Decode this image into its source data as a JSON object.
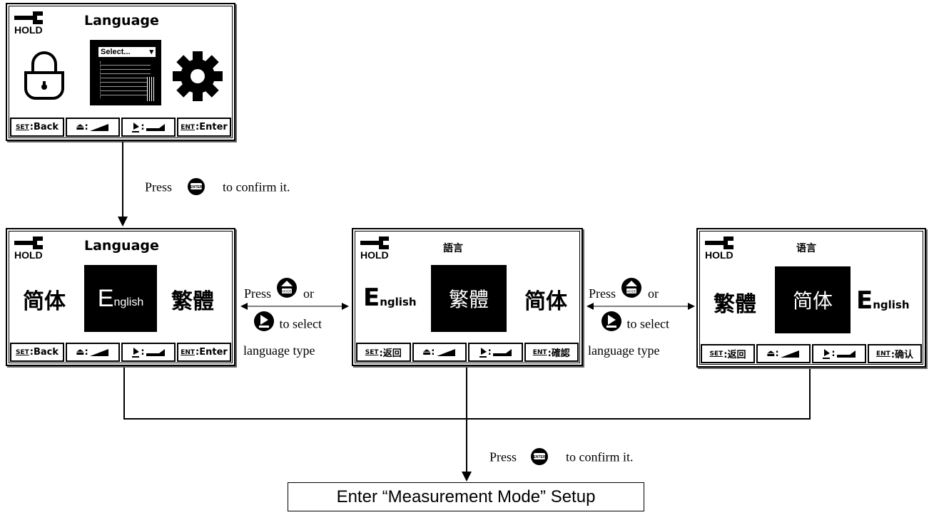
{
  "common": {
    "hold_label": "HOLD"
  },
  "screen1": {
    "title": "Language",
    "dropdown_text": "Select...",
    "footer": [
      {
        "key": "SET",
        "label": ":Back"
      },
      {
        "key": "",
        "label": ":"
      },
      {
        "key": "",
        "label": ":"
      },
      {
        "key": "ENT",
        "label": ":Enter"
      }
    ]
  },
  "screen2": {
    "title": "Language",
    "left_option": "简体",
    "selected_option_cap": "E",
    "selected_option_rest": "nglish",
    "right_option": "繁體",
    "footer": [
      {
        "key": "SET",
        "label": ":Back"
      },
      {
        "key": "",
        "label": ":"
      },
      {
        "key": "",
        "label": ":"
      },
      {
        "key": "ENT",
        "label": ":Enter"
      }
    ]
  },
  "screen3": {
    "title": "語言",
    "left_option_cap": "E",
    "left_option_rest": "nglish",
    "selected_option": "繁體",
    "right_option": "简体",
    "footer": [
      {
        "key": "SET",
        "label": ":返回"
      },
      {
        "key": "",
        "label": ":"
      },
      {
        "key": "",
        "label": ":"
      },
      {
        "key": "ENT",
        "label": ":確認"
      }
    ]
  },
  "screen4": {
    "title": "语言",
    "left_option": "繁體",
    "selected_option": "简体",
    "right_option_cap": "E",
    "right_option_rest": "nglish",
    "footer": [
      {
        "key": "SET",
        "label": ":返回"
      },
      {
        "key": "",
        "label": ":"
      },
      {
        "key": "",
        "label": ":"
      },
      {
        "key": "ENT",
        "label": ":确认"
      }
    ]
  },
  "instructions": {
    "press": "Press",
    "confirm_suffix": "to confirm it.",
    "or": "or",
    "to_select": "to select",
    "language_type": "language type",
    "enter_key_label": "ENTER",
    "mode_key_label": "MODE"
  },
  "final_step": "Enter “Measurement Mode” Setup"
}
